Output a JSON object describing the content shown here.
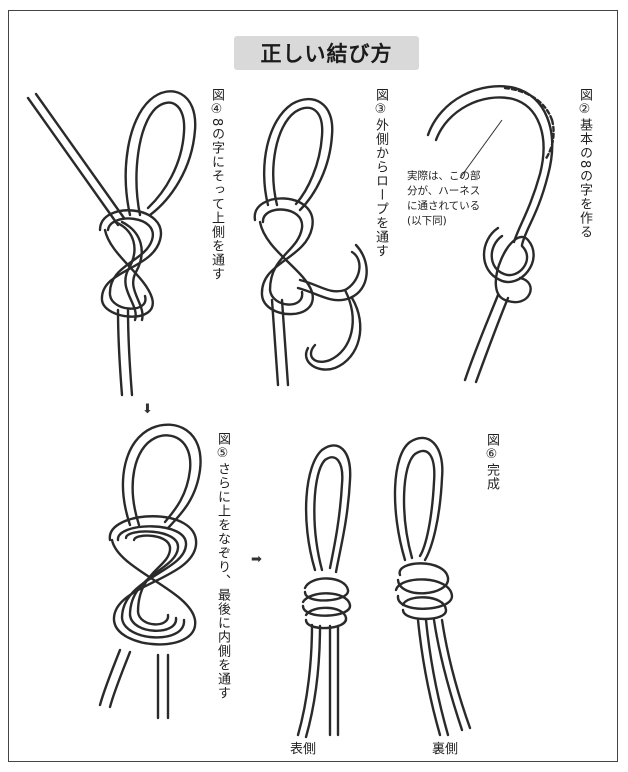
{
  "title": "正しい結び方",
  "figures": {
    "fig2": {
      "number": "図②",
      "caption": "基本の8の字を作る"
    },
    "fig3": {
      "number": "図③",
      "caption": "外側からロープを通す"
    },
    "fig4": {
      "number": "図④",
      "caption": "8の字にそって上側を通す"
    },
    "fig5": {
      "number": "図⑤",
      "caption": "さらに上をなぞり、最後に内側を通す"
    },
    "fig6": {
      "number": "図⑥",
      "caption": "完成"
    }
  },
  "note": {
    "line1": "実際は、この部",
    "line2": "分が、ハーネス",
    "line3": "に通されている",
    "line4": "(以下同)"
  },
  "labels": {
    "front": "表側",
    "back": "裏側"
  },
  "arrows": {
    "down": "⬇",
    "right": "➡"
  }
}
